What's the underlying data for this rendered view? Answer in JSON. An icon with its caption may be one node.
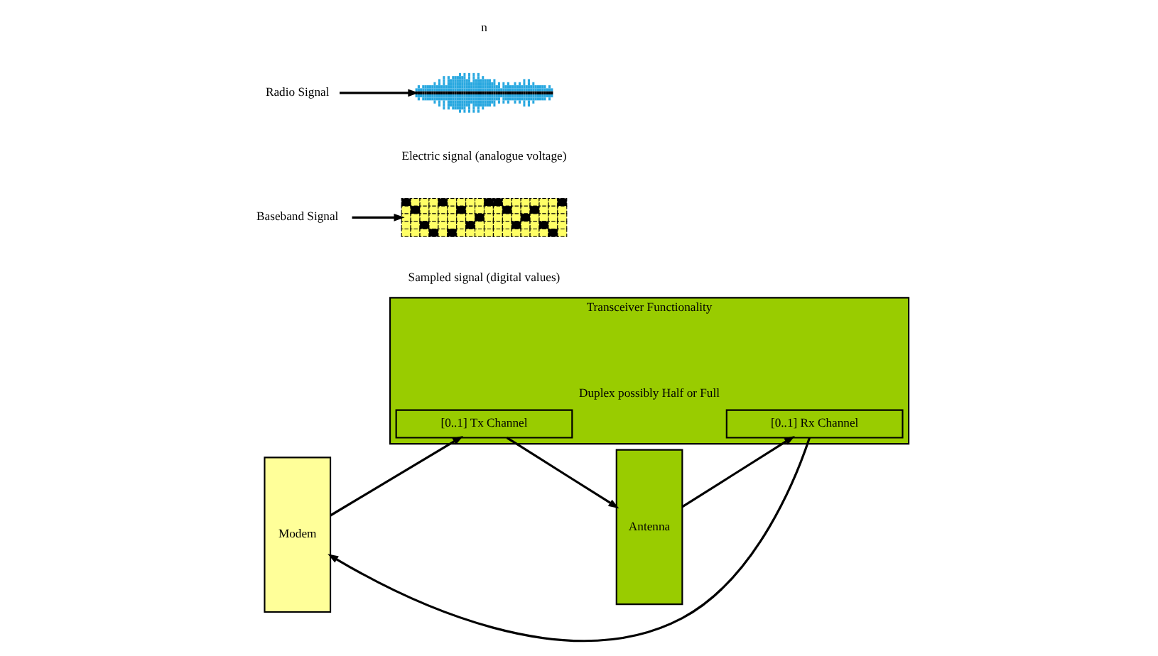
{
  "diagram": {
    "nodes": [
      {
        "text": [
          "Modem"
        ]
      },
      {
        "text": [
          "Transceiver Functionality",
          "Duplex possibly Half or Full"
        ]
      },
      {
        "text": [
          "[0..1] Tx Channel"
        ],
        "in": 1
      },
      {
        "text": [
          "[0..1] Rx Channel"
        ],
        "in": 1
      },
      {
        "text": [
          "Antenna"
        ]
      },
      {
        "text": [
          "Baseband Signal"
        ]
      },
      {
        "text": [
          "Radio Signal"
        ]
      },
      {
        "text": [],
        "shape": "picture",
        "beside": [
          "Sampled signal (digital values)"
        ]
      },
      {
        "text": [],
        "shape": "picture",
        "beside": [
          "Electric signal (analogue voltage)"
        ]
      }
    ],
    "edges": [
      {
        "from": 0,
        "to": 2,
        "arrow": "to"
      },
      {
        "from": 2,
        "to": 4,
        "arrow": "to"
      },
      {
        "from": 4,
        "to": 3,
        "arrow": "to"
      },
      {
        "from": 3,
        "to": 0,
        "arrow": "to"
      },
      {
        "from": 5,
        "to": 7,
        "arrow": "to"
      },
      {
        "from": 6,
        "to": 8,
        "arrow": "to"
      }
    ],
    "labels": [
      "n"
    ]
  }
}
